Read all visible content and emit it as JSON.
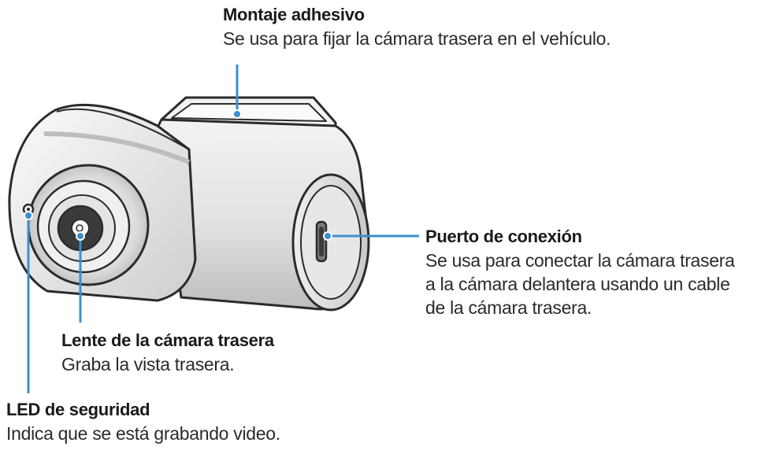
{
  "callouts": {
    "mount": {
      "title": "Montaje adhesivo",
      "desc": "Se usa para fijar la cámara trasera en el vehículo."
    },
    "port": {
      "title": "Puerto de conexión",
      "desc": "Se usa para conectar la cámara trasera\na la cámara delantera usando un cable\nde la cámara trasera."
    },
    "lens": {
      "title": "Lente de la cámara trasera",
      "desc": "Graba la vista trasera."
    },
    "led": {
      "title": "LED de seguridad",
      "desc": "Indica que se está grabando video."
    }
  },
  "colors": {
    "accent": "#3a8fd0",
    "outline": "#2b2b2b",
    "body": "#e6e6e6",
    "shadow": "#b9b9b9"
  }
}
